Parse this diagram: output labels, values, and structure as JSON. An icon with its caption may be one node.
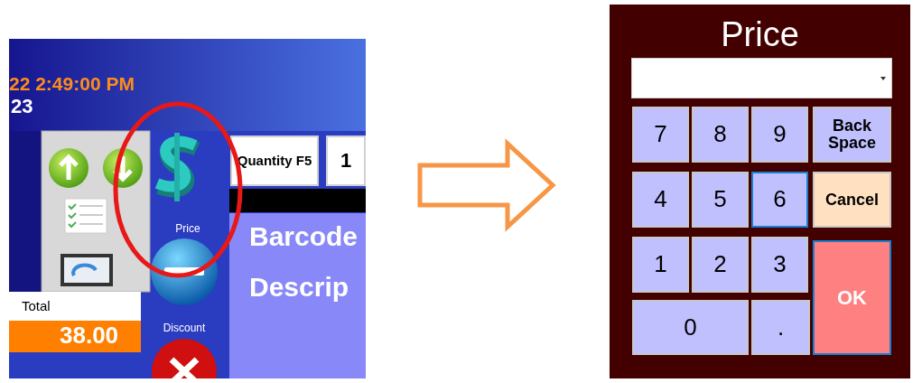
{
  "diagram": {
    "nodes": [
      {
        "text": [],
        "shape": "picture"
      },
      {
        "text": [
          "Price"
        ],
        "in": 0
      },
      {
        "text": [
          "Discount"
        ],
        "in": 0
      },
      {
        "text": [
          "Quantity F5"
        ],
        "in": 0
      },
      {
        "text": [
          "1"
        ],
        "in": 0
      },
      {
        "text": [
          "Price"
        ]
      },
      {
        "text": [],
        "shape": "box",
        "in": 5
      },
      {
        "text": [
          "7"
        ],
        "in": 5
      },
      {
        "text": [
          "8"
        ],
        "in": 5
      },
      {
        "text": [
          "9"
        ],
        "in": 5
      },
      {
        "text": [
          "Back Space"
        ],
        "in": 5
      },
      {
        "text": [
          "4"
        ],
        "in": 5
      },
      {
        "text": [
          "5"
        ],
        "in": 5
      },
      {
        "text": [
          "6"
        ],
        "in": 5
      },
      {
        "text": [
          "Cancel"
        ],
        "in": 5
      },
      {
        "text": [
          "1"
        ],
        "in": 5
      },
      {
        "text": [
          "2"
        ],
        "in": 5
      },
      {
        "text": [
          "3"
        ],
        "in": 5
      },
      {
        "text": [
          "OK"
        ],
        "in": 5
      },
      {
        "text": [
          "0"
        ],
        "in": 5
      },
      {
        "text": [
          "."
        ],
        "in": 5
      }
    ],
    "edges": [
      {
        "from": 0,
        "to": 5,
        "arrow": "to"
      }
    ],
    "labels": [
      "22 2:49:00 PM",
      "23",
      "Total",
      "38.00",
      "Barcode",
      "Descrip"
    ]
  }
}
